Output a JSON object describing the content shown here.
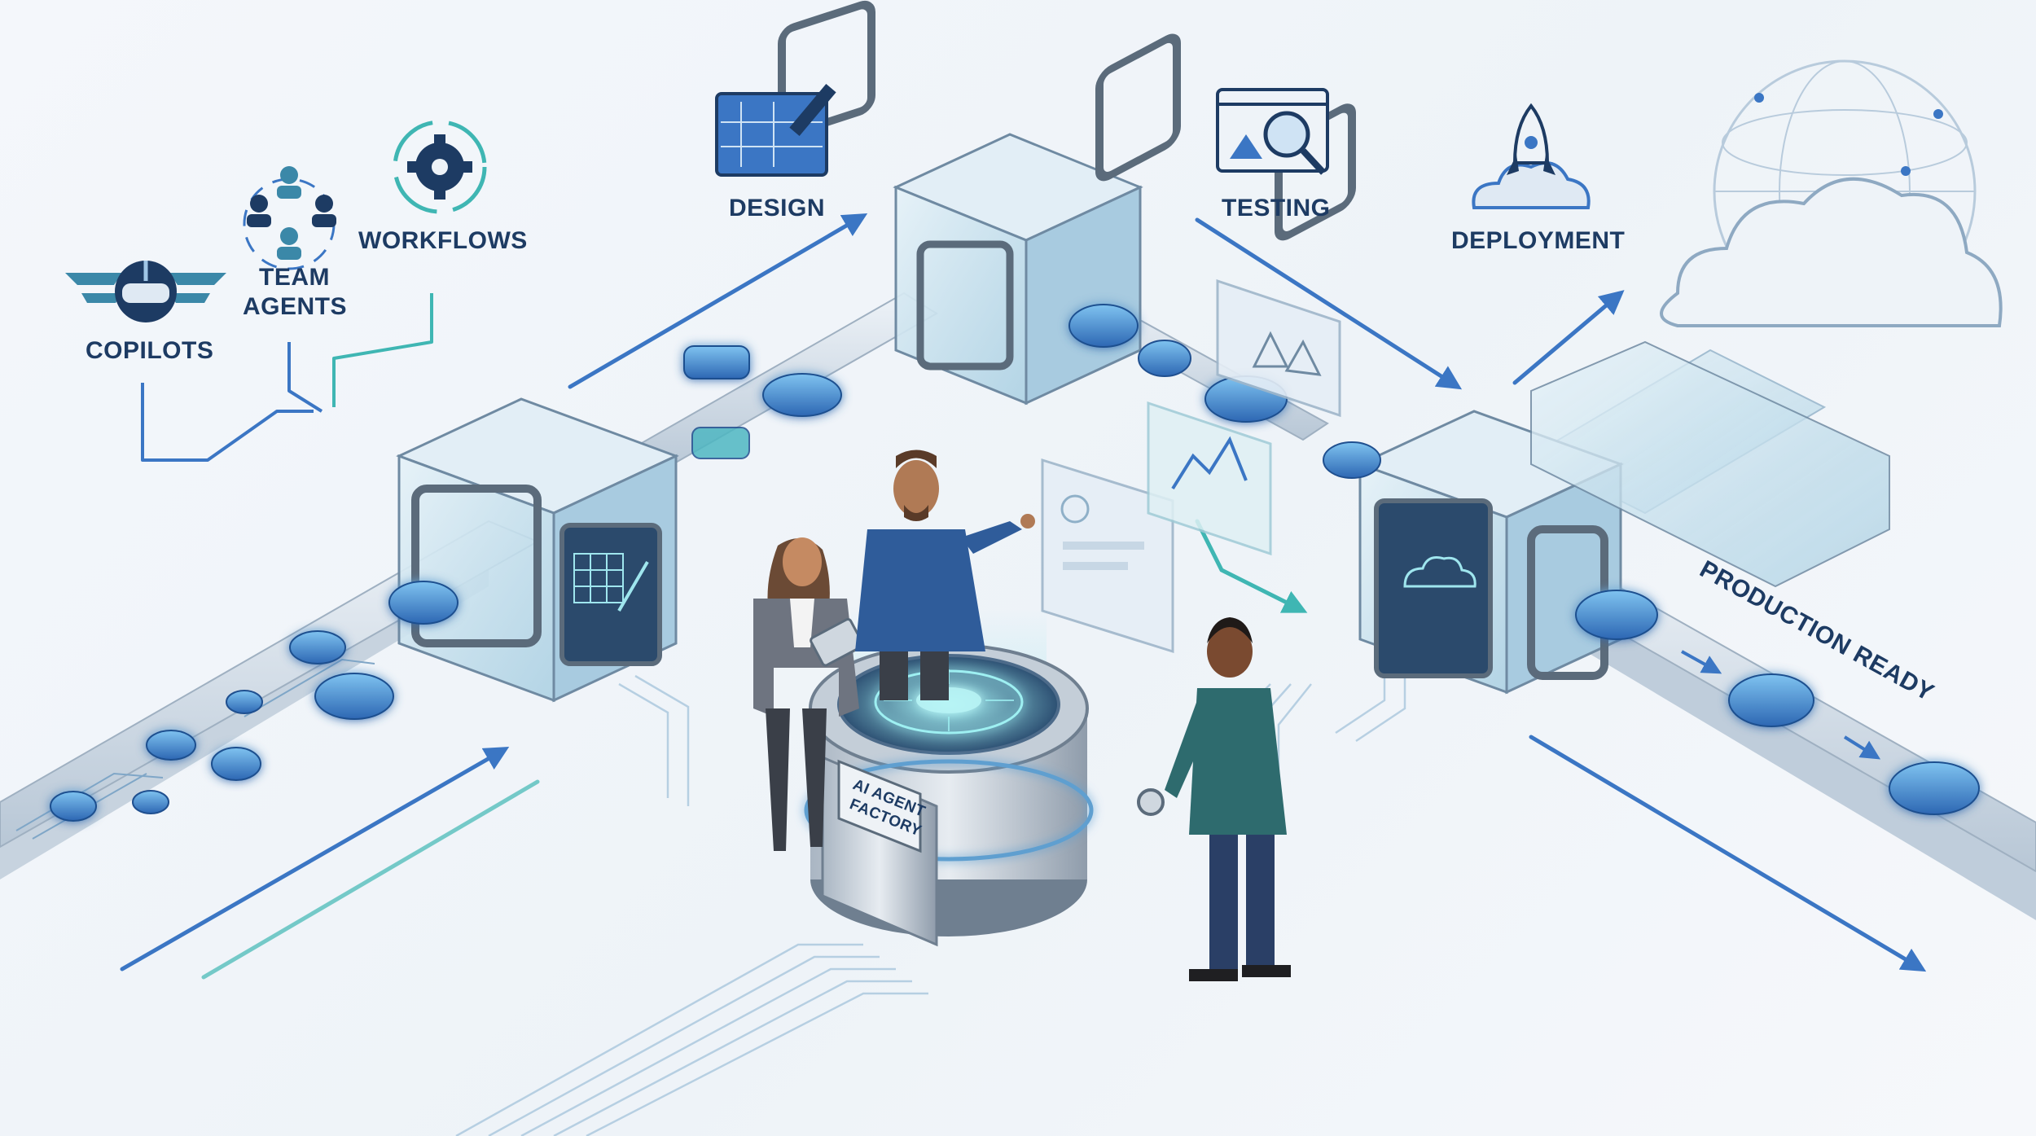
{
  "colors": {
    "navy": "#1d3b63",
    "blue": "#3b76c4",
    "glow_blue": "#59a8e6",
    "teal": "#3fb6b3",
    "glass": "#cfe3ef",
    "steel": "#7d8a99",
    "background": "#f2f6fa"
  },
  "labels": {
    "copilots": "COPILOTS",
    "team_line1": "TEAM",
    "team_line2": "AGENTS",
    "workflows": "WORKFLOWS",
    "design": "DESIGN",
    "testing": "TESTING",
    "deployment": "DEPLOYMENT",
    "production_ready": "PRODUCTION READY",
    "factory_line1": "AI AGENT",
    "factory_line2": "FACTORY"
  },
  "icons": {
    "copilots": "winged-pilot-helmet-icon",
    "team_agents": "team-people-circle-icon",
    "workflows": "gear-cycle-icon",
    "design": "blueprint-pencil-icon",
    "testing": "browser-magnifier-icon",
    "deployment": "rocket-cloud-icon",
    "cloud": "globe-cloud-icon"
  },
  "people": [
    "woman-with-tablet",
    "man-pointing",
    "man-at-console"
  ]
}
